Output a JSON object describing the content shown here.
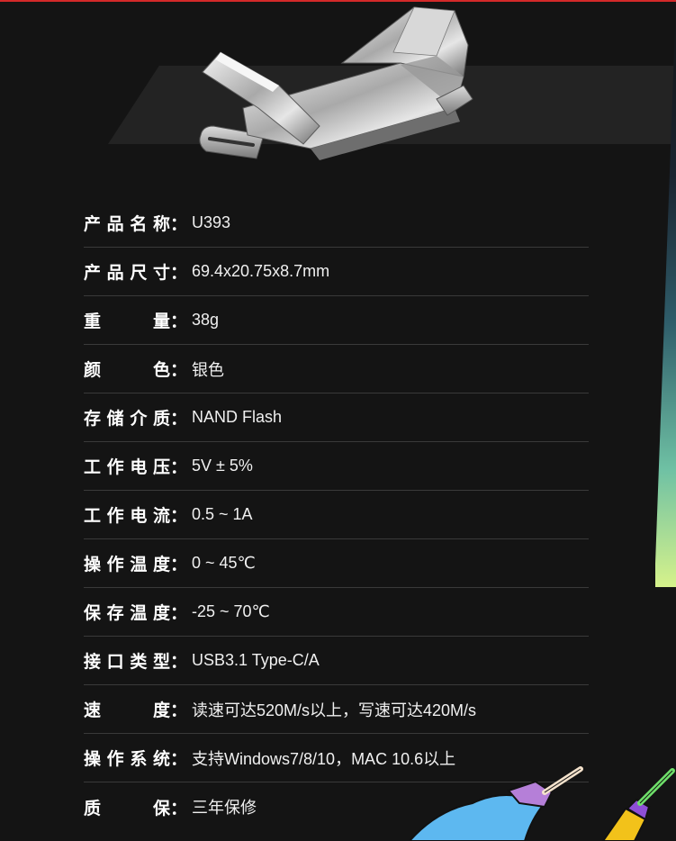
{
  "specs": [
    {
      "label": "产品名称",
      "value": "U393"
    },
    {
      "label": "产品尺寸",
      "value": "69.4x20.75x8.7mm"
    },
    {
      "label": "重量",
      "value": "38g"
    },
    {
      "label": "颜色",
      "value": "银色"
    },
    {
      "label": "存储介质",
      "value": "NAND Flash"
    },
    {
      "label": "工作电压",
      "value": "5V ± 5%"
    },
    {
      "label": "工作电流",
      "value": "0.5 ~ 1A"
    },
    {
      "label": "操作温度",
      "value": "0 ~ 45℃"
    },
    {
      "label": "保存温度",
      "value": "-25 ~ 70℃"
    },
    {
      "label": "接口类型",
      "value": "USB3.1  Type-C/A"
    },
    {
      "label": "速度",
      "value": "读速可达520M/s以上，写速可达420M/s"
    },
    {
      "label": "操作系统",
      "value": "支持Windows7/8/10，MAC 10.6以上"
    },
    {
      "label": "质保",
      "value": "三年保修"
    }
  ],
  "colon": "：",
  "colors": {
    "background": "#141414",
    "accent_red": "#d42a2a",
    "text": "#ffffff"
  },
  "icons": [
    "usb-drive-image",
    "paint-brush-decoration"
  ]
}
